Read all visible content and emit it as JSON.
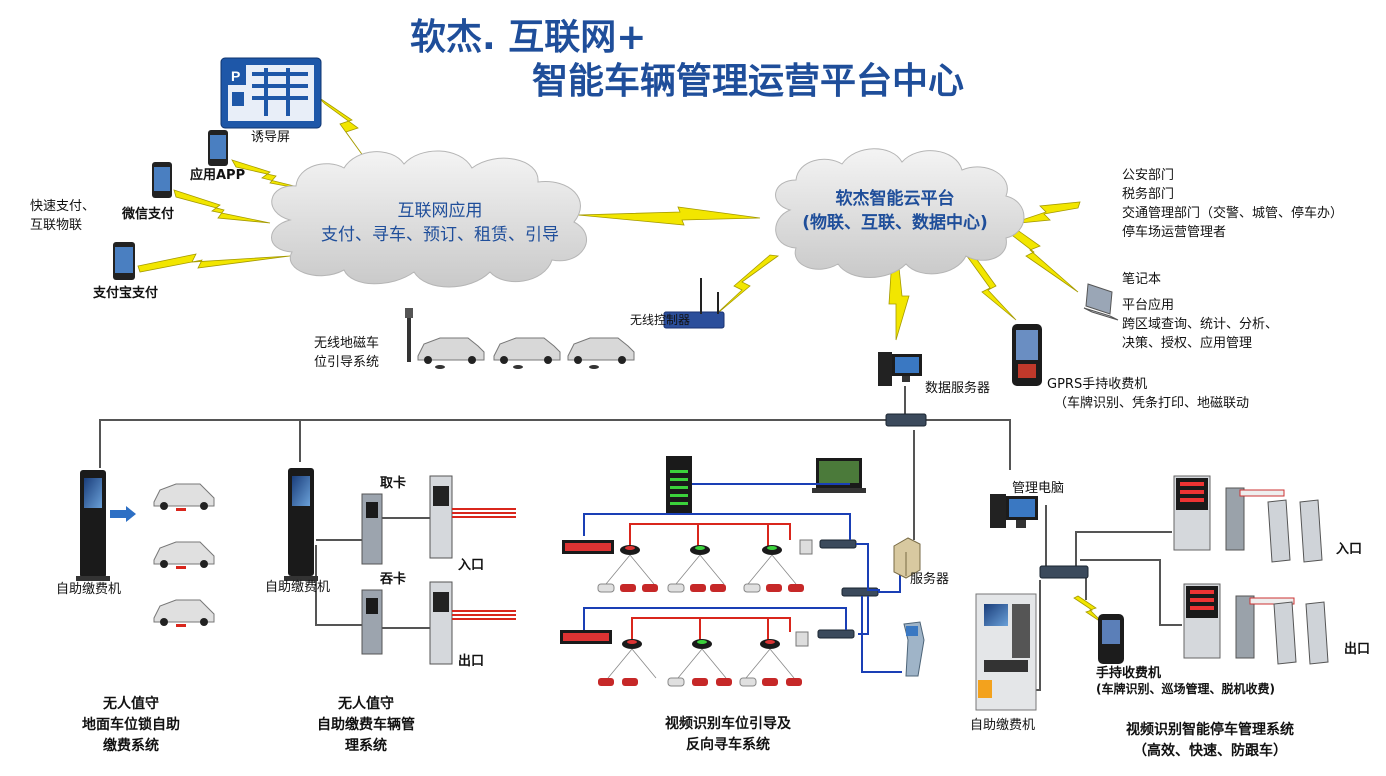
{
  "title": {
    "line1": "软杰. 互联网+",
    "line2": "智能车辆管理运营平台中心"
  },
  "clouds": {
    "internet": {
      "line1": "互联网应用",
      "line2": "支付、寻车、预订、租赁、引导"
    },
    "cloud_platform": {
      "line1": "软杰智能云平台",
      "line2": "(物联、互联、数据中心)"
    }
  },
  "devices": {
    "guide_screen": "诱导屏",
    "app": "应用APP",
    "wechat_pay": "微信支付",
    "alipay": "支付宝支付",
    "quick_pay": "快速支付、\n互联物联",
    "wireless_controller": "无线控制器",
    "wireless_geomag": "无线地磁车\n位引导系统",
    "data_server": "数据服务器",
    "gprs_handheld_title": "GPRS手持收费机",
    "gprs_handheld_desc": "（车牌识别、凭条打印、地磁联动",
    "notebook": "笔记本",
    "platform_app": "平台应用\n跨区域查询、统计、分析、\n决策、授权、应用管理",
    "departments": "公安部门\n税务部门\n交通管理部门（交警、城管、停车办）\n停车场运营管理者",
    "kiosk_left": "自助缴费机",
    "kiosk_mid": "自助缴费机",
    "take_card": "取卡",
    "swallow_card": "吞卡",
    "entrance_mid": "入口",
    "exit_mid": "出口",
    "server": "服务器",
    "mgmt_pc": "管理电脑",
    "kiosk_right": "自助缴费机",
    "handheld_right_title": "手持收费机",
    "handheld_right_desc": "(车牌识别、巡场管理、脱机收费)",
    "entrance_right": "入口",
    "exit_right": "出口"
  },
  "systems": {
    "ground_lock": "无人值守\n地面车位锁自助\n缴费系统",
    "self_pay": "无人值守\n自助缴费车辆管\n理系统",
    "video_guide": "视频识别车位引导及\n反向寻车系统",
    "video_parking": "视频识别智能停车管理系统\n（高效、快速、防跟车）"
  },
  "colors": {
    "title": "#1f4e9a",
    "lightning": "#f2e600",
    "network_line": "#555555",
    "red_line": "#d9261c",
    "blue_line": "#1a3fb5"
  }
}
